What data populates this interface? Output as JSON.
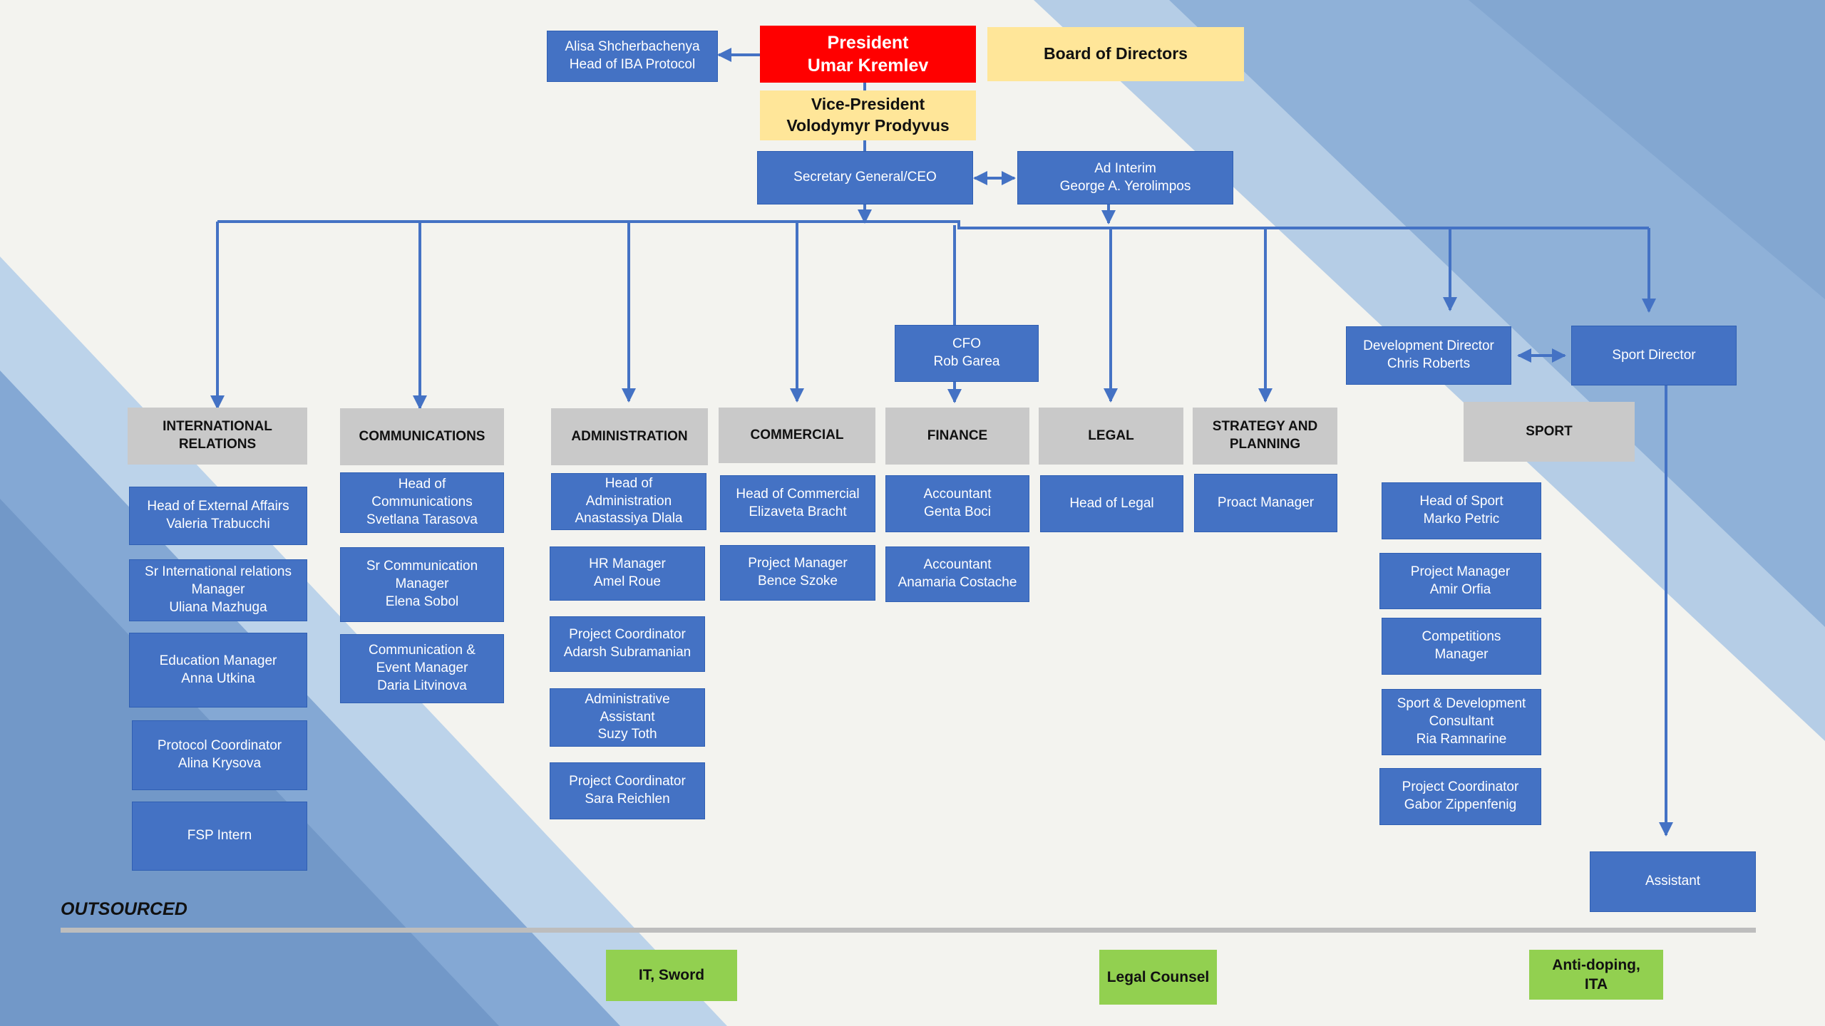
{
  "colors": {
    "box_blue": "#4472c4",
    "line_blue": "#4472c4",
    "president_red": "#ff0000",
    "board_yellow": "#ffe699",
    "dept_grey": "#c9c9c9",
    "outsourced_green": "#92d050"
  },
  "top": {
    "protocol": "Alisa Shcherbachenya\nHead of IBA Protocol",
    "president": "President\nUmar Kremlev",
    "board": "Board of Directors",
    "vice_president": "Vice-President\nVolodymyr Prodyvus",
    "secretary_general": "Secretary General/CEO",
    "ad_interim": "Ad Interim\nGeorge A. Yerolimpos",
    "cfo": "CFO\nRob Garea",
    "development_director": "Development Director\nChris Roberts",
    "sport_director": "Sport Director",
    "assistant": "Assistant"
  },
  "departments": {
    "international_relations": {
      "title": "INTERNATIONAL\nRELATIONS",
      "staff": [
        "Head of External Affairs\nValeria Trabucchi",
        "Sr International relations\nManager\nUliana Mazhuga",
        "Education Manager\nAnna Utkina",
        "Protocol Coordinator\nAlina Krysova",
        "FSP Intern"
      ]
    },
    "communications": {
      "title": "COMMUNICATIONS",
      "staff": [
        "Head of\nCommunications\nSvetlana Tarasova",
        "Sr Communication\nManager\nElena Sobol",
        "Communication &\nEvent Manager\nDaria Litvinova"
      ]
    },
    "administration": {
      "title": "ADMINISTRATION",
      "staff": [
        "Head of\nAdministration\nAnastassiya Dlala",
        "HR Manager\nAmel Roue",
        "Project Coordinator\nAdarsh Subramanian",
        "Administrative\nAssistant\nSuzy Toth",
        "Project Coordinator\nSara Reichlen"
      ]
    },
    "commercial": {
      "title": "COMMERCIAL",
      "staff": [
        "Head of Commercial\nElizaveta Bracht",
        "Project Manager\nBence Szoke"
      ]
    },
    "finance": {
      "title": "FINANCE",
      "staff": [
        "Accountant\nGenta Boci",
        "Accountant\nAnamaria Costache"
      ]
    },
    "legal": {
      "title": "LEGAL",
      "staff": [
        "Head of Legal"
      ]
    },
    "strategy": {
      "title": "STRATEGY AND\nPLANNING",
      "staff": [
        "Proact Manager"
      ]
    },
    "sport": {
      "title": "SPORT",
      "staff": [
        "Head of  Sport\nMarko Petric",
        "Project Manager\nAmir Orfia",
        "Competitions\nManager",
        "Sport & Development\nConsultant\nRia Ramnarine",
        "Project Coordinator\nGabor Zippenfenig"
      ]
    }
  },
  "outsourced": {
    "label": "OUTSOURCED",
    "items": [
      "IT, Sword",
      "Legal Counsel",
      "Anti-doping,\nITA"
    ]
  }
}
